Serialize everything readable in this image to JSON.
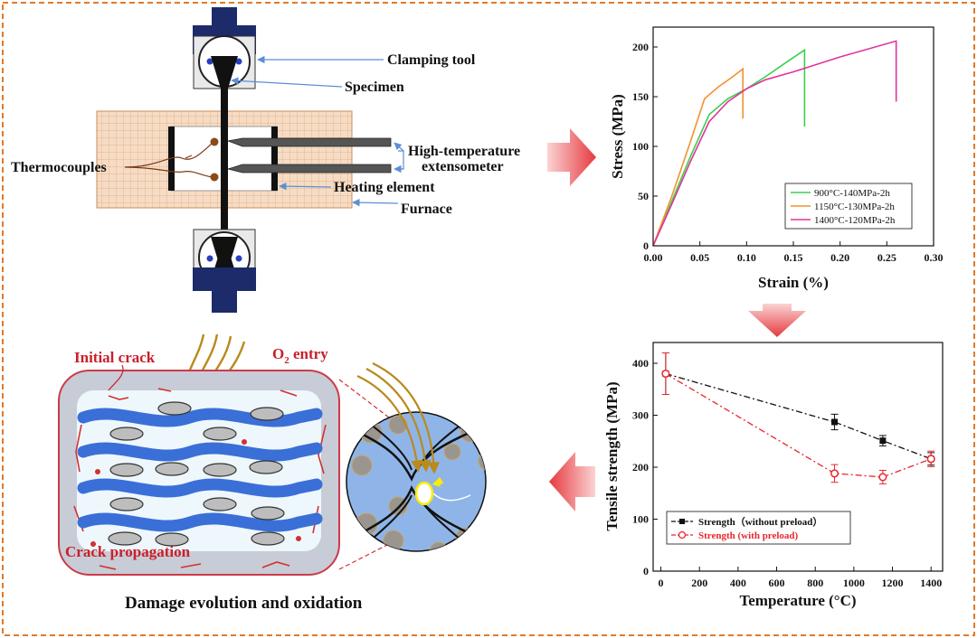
{
  "colors": {
    "frame": "#e07b2c",
    "blue_arrow": "#5b8fd6",
    "red_arrow": "#d8313a",
    "fiber_blue": "#3a6fd8",
    "furnace": "#f4d6b8",
    "clamp_navy": "#1d2b6b",
    "gold": "#b98a1c"
  },
  "setup": {
    "labels": {
      "clamping_tool": "Clamping tool",
      "specimen": "Specimen",
      "thermocouples": "Thermocouples",
      "extensometer_line1": "High-temperature",
      "extensometer_line2": "extensometer",
      "heating_element": "Heating element",
      "furnace": "Furnace"
    }
  },
  "damage": {
    "initial_crack": "Initial crack",
    "o2_entry_prefix": "O",
    "o2_entry_sub": "2",
    "o2_entry_suffix": " entry",
    "crack_propagation": "Crack propagation",
    "caption": "Damage evolution and oxidation"
  },
  "chart_data": [
    {
      "type": "line",
      "xlabel": "Strain (%)",
      "ylabel": "Stress (MPa)",
      "xlim": [
        0,
        0.3
      ],
      "ylim": [
        0,
        220
      ],
      "xticks": [
        "0.00",
        "0.05",
        "0.10",
        "0.15",
        "0.20",
        "0.25",
        "0.30"
      ],
      "yticks": [
        "0",
        "50",
        "100",
        "150",
        "200"
      ],
      "legend_position": "bottom-right",
      "series": [
        {
          "name": "900°C-140MPa-2h",
          "color": "#3ad14a",
          "x": [
            0,
            0.02,
            0.04,
            0.06,
            0.08,
            0.1,
            0.12,
            0.14,
            0.162,
            0.162
          ],
          "y": [
            0,
            45,
            90,
            132,
            148,
            158,
            170,
            183,
            197,
            120
          ]
        },
        {
          "name": "1150°C-130MPa-2h",
          "color": "#f3912f",
          "x": [
            0,
            0.02,
            0.04,
            0.055,
            0.07,
            0.085,
            0.096,
            0.096
          ],
          "y": [
            0,
            50,
            105,
            148,
            160,
            170,
            178,
            128
          ]
        },
        {
          "name": "1400°C-120MPa-2h",
          "color": "#e0359c",
          "x": [
            0,
            0.02,
            0.04,
            0.06,
            0.08,
            0.1,
            0.12,
            0.15,
            0.2,
            0.26,
            0.26
          ],
          "y": [
            0,
            42,
            85,
            125,
            145,
            158,
            167,
            175,
            190,
            206,
            145
          ]
        }
      ]
    },
    {
      "type": "line",
      "xlabel": "Temperature (°C)",
      "ylabel": "Tensile strength (MPa)",
      "xlim": [
        -40,
        1460
      ],
      "ylim": [
        0,
        440
      ],
      "xticks": [
        "0",
        "200",
        "400",
        "600",
        "800",
        "1000",
        "1200",
        "1400"
      ],
      "yticks": [
        "0",
        "100",
        "200",
        "300",
        "400"
      ],
      "legend_position": "bottom-left",
      "series": [
        {
          "name": "Strength（without preload）",
          "color": "#111111",
          "marker": "square",
          "x": [
            25,
            900,
            1150,
            1400
          ],
          "y": [
            380,
            287,
            251,
            216
          ],
          "err": [
            40,
            15,
            10,
            12
          ]
        },
        {
          "name": "Strength (with preload)",
          "color": "#e8262d",
          "marker": "circle",
          "x": [
            25,
            900,
            1150,
            1400
          ],
          "y": [
            380,
            188,
            181,
            216
          ],
          "err": [
            40,
            17,
            13,
            15
          ]
        }
      ]
    }
  ]
}
